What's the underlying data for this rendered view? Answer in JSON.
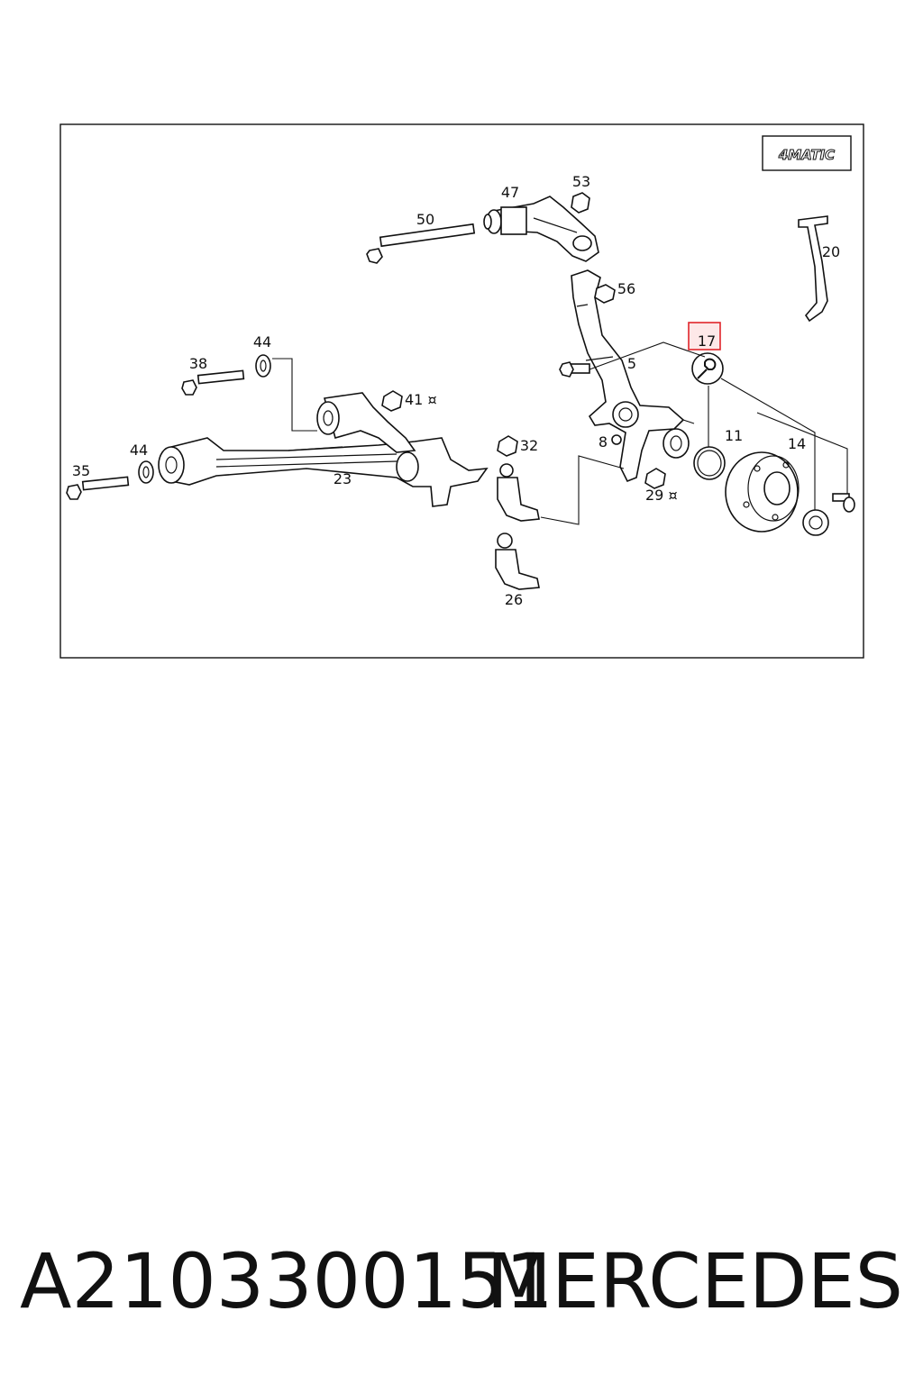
{
  "badge": {
    "text": "4MATIC"
  },
  "callouts": {
    "c47": "47",
    "c53": "53",
    "c50": "50",
    "c56": "56",
    "c20": "20",
    "c44a": "44",
    "c38": "38",
    "c5": "5",
    "c17": "17",
    "c41": "41 ¤",
    "c32": "32",
    "c11": "11",
    "c14": "14",
    "c8": "8",
    "c29": "29 ¤",
    "c44b": "44",
    "c35": "35",
    "c23": "23",
    "c26": "26"
  },
  "highlight": {
    "part": "17",
    "color": "#e0252b"
  },
  "footer": {
    "part_number": "A2103300151",
    "brand": "MERCEDES"
  }
}
